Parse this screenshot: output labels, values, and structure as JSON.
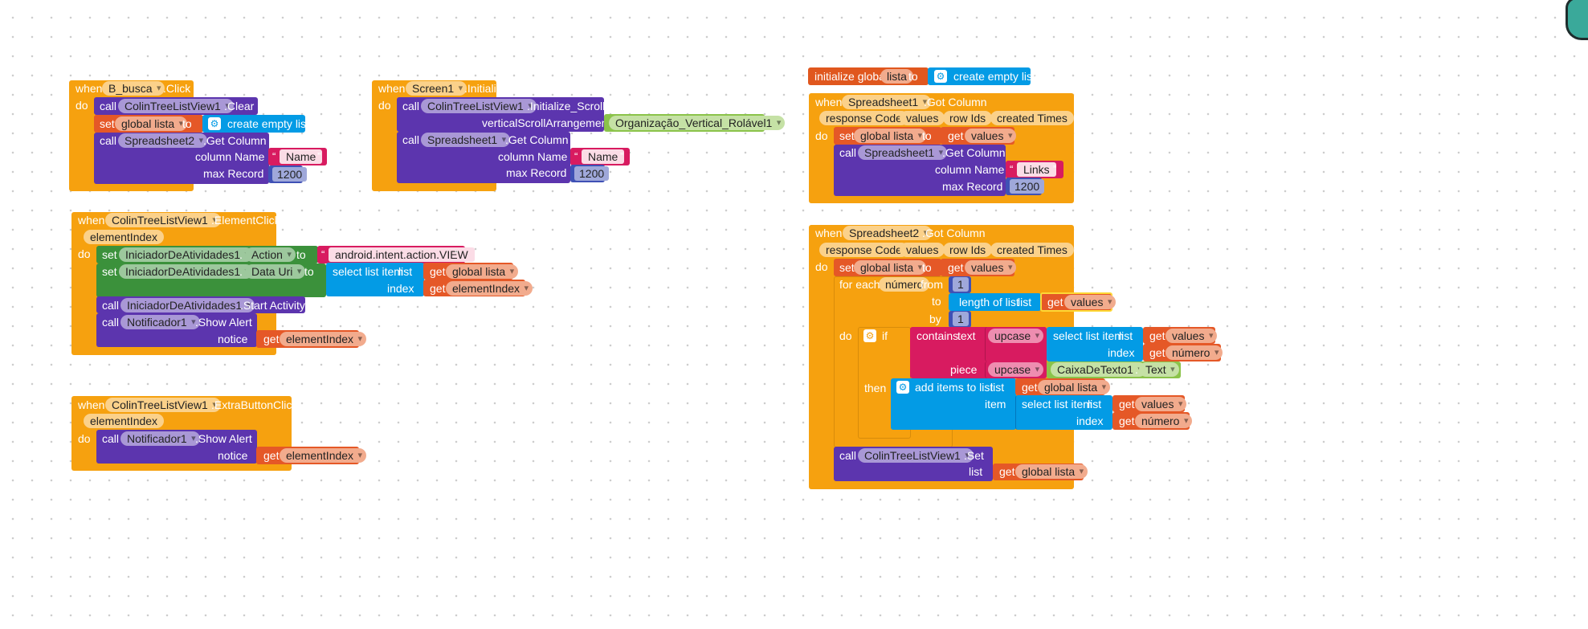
{
  "kw": {
    "when": "when",
    "do": "do",
    "call": "call",
    "set": "set",
    "to": "to",
    "get": "get",
    "from": "from",
    "by": "by",
    "if": "if",
    "then": "then",
    "for_each": "for each",
    "list": "list",
    "index": "index",
    "item": "item",
    "text": "text",
    "piece": "piece",
    "dot": "."
  },
  "blocks": {
    "b_busca_click": {
      "component": "B_busca",
      "event": ".Click",
      "clear": {
        "component": "ColinTreeListView1",
        "method": ".Clear"
      },
      "set_var": "global lista",
      "create_empty": "create empty list",
      "getcol": {
        "component": "Spreadsheet2",
        "method": ".Get Column",
        "col_label": "column Name",
        "col_value": "Name",
        "max_label": "max Record",
        "max_value": "1200"
      }
    },
    "screen1_init": {
      "component": "Screen1",
      "event": ".Initialize",
      "init_scroll": {
        "component": "ColinTreeListView1",
        "method": ".Initialize_Scroll",
        "param": "verticalScrollArrangement",
        "value": "Organização_Vertical_Rolável1"
      },
      "getcol": {
        "component": "Spreadsheet1",
        "method": ".Get Column",
        "col_label": "column Name",
        "col_value": "Name",
        "max_label": "max Record",
        "max_value": "1200"
      }
    },
    "init_global": {
      "label": "initialize global",
      "name": "lista",
      "to": "to",
      "value": "create empty list"
    },
    "ss1_got": {
      "component": "Spreadsheet1",
      "event": ".Got Column",
      "params": [
        "response Code",
        "values",
        "row Ids",
        "created Times"
      ],
      "set_var": "global lista",
      "get_values": "values",
      "getcol": {
        "component": "Spreadsheet1",
        "method": ".Get Column",
        "col_label": "column Name",
        "col_value": "Links",
        "max_label": "max Record",
        "max_value": "1200"
      }
    },
    "element_click": {
      "component": "ColinTreeListView1",
      "event": ".ElementClick",
      "param": "elementIndex",
      "set1": {
        "component": "IniciadorDeAtividades1",
        "prop": "Action",
        "value": "android.intent.action.VIEW"
      },
      "set2": {
        "component": "IniciadorDeAtividades1",
        "prop": "Data Uri"
      },
      "select_item": "select list item",
      "list_var": "global lista",
      "index_var": "elementIndex",
      "start": {
        "component": "IniciadorDeAtividades1",
        "method": ".Start Activity"
      },
      "alert": {
        "component": "Notificador1",
        "method": ".Show Alert",
        "arg_label": "notice",
        "arg": "elementIndex"
      }
    },
    "extra_click": {
      "component": "ColinTreeListView1",
      "event": ".ExtraButtonClick",
      "param": "elementIndex",
      "alert": {
        "component": "Notificador1",
        "method": ".Show Alert",
        "arg_label": "notice",
        "arg": "elementIndex"
      }
    },
    "ss2_got": {
      "component": "Spreadsheet2",
      "event": ".Got Column",
      "params": [
        "response Code",
        "values",
        "row Ids",
        "created Times"
      ],
      "set_var": "global lista",
      "get_values": "values",
      "loop_var": "número",
      "from_value": "1",
      "length_label": "length of list",
      "by_value": "1",
      "contains": "contains",
      "upcase": "upcase",
      "values_var": "values",
      "numero_var": "número",
      "caixa": {
        "component": "CaixaDeTexto1",
        "prop": "Text"
      },
      "add_items": "add items to list",
      "select_item": "select list item",
      "set_call": {
        "component": "ColinTreeListView1",
        "method": ".Set",
        "arg": "global lista"
      }
    }
  }
}
